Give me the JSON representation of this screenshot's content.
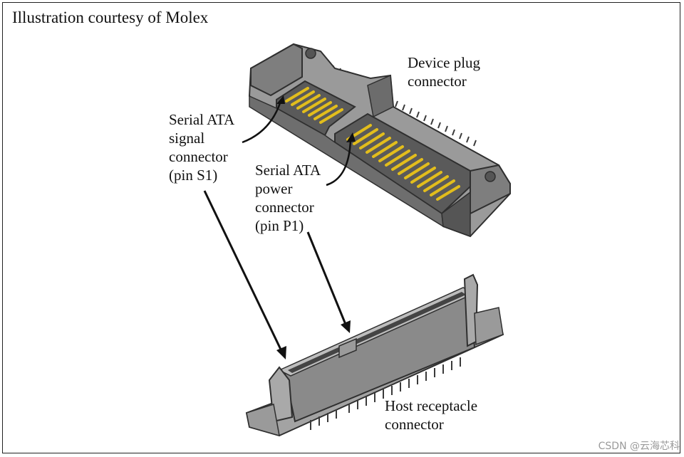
{
  "title": "Illustration courtesy of Molex",
  "device_plug": {
    "line1": "Device plug",
    "line2": "connector"
  },
  "signal_connector": {
    "line1": "Serial ATA",
    "line2": "signal",
    "line3": "connector",
    "line4": "(pin S1)"
  },
  "power_connector": {
    "line1": "Serial ATA",
    "line2": "power",
    "line3": "connector",
    "line4": "(pin P1)"
  },
  "host_receptacle": {
    "line1": "Host receptacle",
    "line2": "connector"
  },
  "watermark": "CSDN @云海芯科",
  "colors": {
    "connector_gray": "#8a8a8a",
    "connector_dark": "#5e5e5e",
    "contact_gold": "#e2bd1c"
  }
}
